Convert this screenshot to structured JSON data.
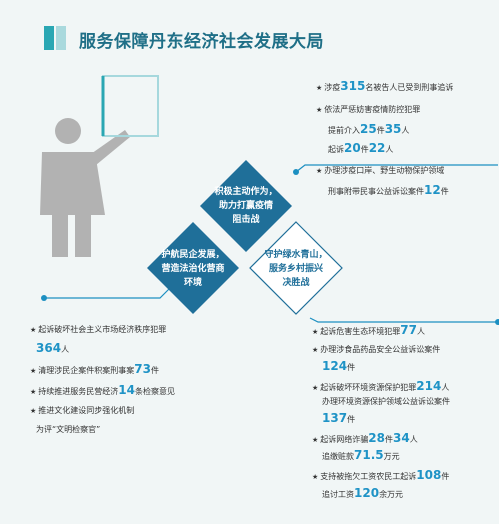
{
  "title": "服务保障丹东经济社会发展大局",
  "diamonds": {
    "top": [
      "积极主动作为，",
      "助力打赢疫情",
      "阻击战"
    ],
    "left": [
      "护航民企发展，",
      "营造法治化营商",
      "环境"
    ],
    "right": [
      "守护绿水青山，",
      "服务乡村振兴",
      "决胜战"
    ]
  },
  "top_right": [
    {
      "pre": "涉疫",
      "num": "315",
      "post": "名被告人已受到刑事追诉",
      "cont": null
    },
    {
      "pre": "依法严惩妨害疫情防控犯罪",
      "num": null,
      "post": "",
      "cont": null
    },
    {
      "pre": "提前介入",
      "num": "25",
      "post": "件",
      "num2": "35",
      "post2": "人"
    },
    {
      "pre": "起诉",
      "num": "20",
      "post": "件",
      "num2": "22",
      "post2": "人"
    },
    {
      "pre": "办理涉疫口岸、野生动物保护领域",
      "num": null,
      "post": ""
    },
    {
      "pre": "刑事附带民事公益诉讼案件",
      "num": "12",
      "post": "件"
    }
  ],
  "left_list": [
    {
      "pre": "起诉破坏社会主义市场经济秩序犯罪",
      "num": null,
      "post": ""
    },
    {
      "pre": "",
      "num": "364",
      "post": "人"
    },
    {
      "pre": "清理涉民企案件积案刑事案",
      "num": "73",
      "post": "件"
    },
    {
      "pre": "持续推进服务民营经济",
      "num": "14",
      "post": "条检察意见"
    },
    {
      "pre": "推进文化建设同步强化机制",
      "num": null,
      "post": ""
    },
    {
      "pre": "为评“文明检察官”",
      "num": null,
      "post": ""
    }
  ],
  "right_list": [
    {
      "pre": "起诉危害生态环境犯罪",
      "num": "77",
      "post": "人"
    },
    {
      "pre": "办理涉食品药品安全公益诉讼案件",
      "num": null,
      "post": ""
    },
    {
      "pre": "",
      "num": "124",
      "post": "件"
    },
    {
      "pre": "起诉破坏环境资源保护犯罪",
      "num": "214",
      "post": "人"
    },
    {
      "pre": "办理环境资源保护领域公益诉讼案件",
      "num": null,
      "post": ""
    },
    {
      "pre": "",
      "num": "137",
      "post": "件"
    },
    {
      "pre": "起诉网络诈骗",
      "num": "28",
      "post": "件",
      "num2": "34",
      "post2": "人"
    },
    {
      "pre": "追缴赃款",
      "num": "71.5",
      "post": "万元"
    },
    {
      "pre": "支持被拖欠工资农民工起诉",
      "num": "108",
      "post": "件"
    },
    {
      "pre": "追讨工资",
      "num": "120",
      "post": "余万元"
    }
  ]
}
